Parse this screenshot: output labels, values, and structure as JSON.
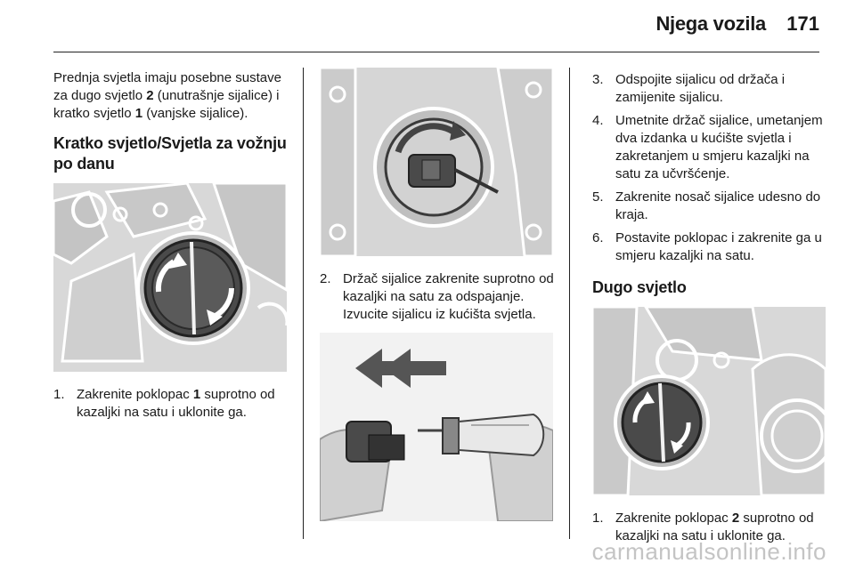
{
  "header": {
    "title": "Njega vozila",
    "page_number": "171"
  },
  "left_column": {
    "intro_part1": "Prednja svjetla imaju posebne sustave za dugo svjetlo ",
    "intro_bold1": "2",
    "intro_part2": " (unutrašnje sijalice) i kratko svjetlo ",
    "intro_bold2": "1",
    "intro_part3": " (vanjske sijalice).",
    "heading": "Kratko svjetlo/Svjetla za vožnju po danu",
    "step1_num": "1.",
    "step1_part1": "Zakrenite poklopac ",
    "step1_bold": "1",
    "step1_part2": " suprotno od kazaljki na satu i uklonite ga."
  },
  "middle_column": {
    "step2_num": "2.",
    "step2_text": "Držač sijalice zakrenite suprotno od kazaljki na satu za odspajanje. Izvucite sijalicu iz kućišta svjetla."
  },
  "right_column": {
    "steps": [
      {
        "num": "3.",
        "text": "Odspojite sijalicu od držača i zamijenite sijalicu."
      },
      {
        "num": "4.",
        "text": "Umetnite držač sijalice, umetanjem dva izdanka u kućište svjetla i zakretanjem u smjeru kazaljki na satu za učvršćenje."
      },
      {
        "num": "5.",
        "text": "Zakrenite nosač sijalice udesno do kraja."
      },
      {
        "num": "6.",
        "text": "Postavite poklopac i zakrenite ga u smjeru kazaljki na satu."
      }
    ],
    "heading": "Dugo svjetlo",
    "step1_num": "1.",
    "step1_part1": "Zakrenite poklopac ",
    "step1_bold": "2",
    "step1_part2": " suprotno od kazaljki na satu i uklonite ga."
  },
  "watermark": "carmanualsonline.info"
}
